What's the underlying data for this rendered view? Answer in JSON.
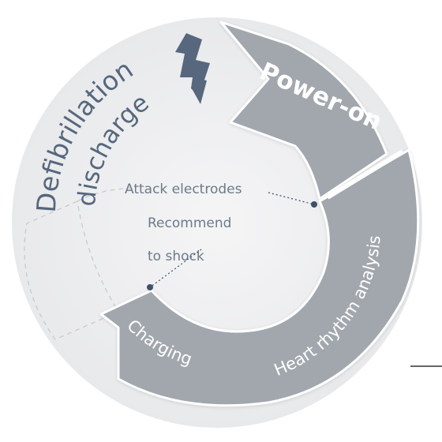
{
  "diagram": {
    "steps": {
      "power_on": "Power-on",
      "heart_rhythm": "Heart rhythm analysis",
      "charging": "Charging",
      "discharge_line1": "Defibrillation",
      "discharge_line2": "discharge"
    },
    "callouts": {
      "attach": "Attack electrodes",
      "recommend_line1": "Recommend",
      "recommend_line2": "to shock"
    },
    "icon": "lightning-bolt-icon",
    "colors": {
      "disc": "#f0f0f1",
      "arc": "#a2a7ae",
      "arc_edge": "#ffffff",
      "outer_text": "#56677e",
      "inner_text": "#6c7a8a",
      "marker": "#3f5068"
    }
  }
}
